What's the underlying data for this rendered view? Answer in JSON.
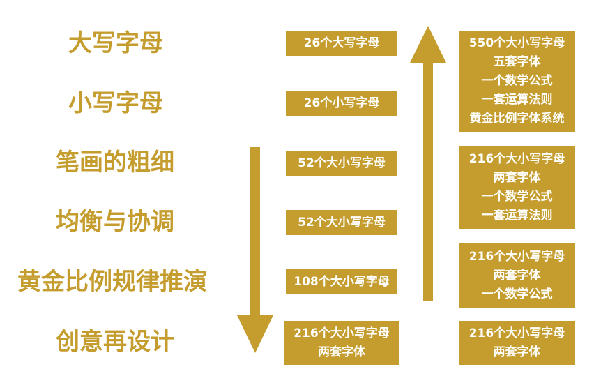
{
  "colors": {
    "accent": "#c59d2f",
    "box_text": "#ffffff",
    "background": "#ffffff"
  },
  "stages": [
    "大写字母",
    "小写字母",
    "笔画的粗细",
    "均衡与协调",
    "黄金比例规律推演",
    "创意再设计"
  ],
  "middle_boxes": [
    [
      "26个大写字母"
    ],
    [
      "26个小写字母"
    ],
    [
      "52个大小写字母"
    ],
    [
      "52个大小写字母"
    ],
    [
      "108个大小写字母"
    ],
    [
      "216个大小写字母",
      "两套字体"
    ]
  ],
  "right_boxes": [
    [
      "550个大小写字母",
      "五套字体",
      "一个数学公式",
      "一套运算法则",
      "黄金比例字体系统"
    ],
    [
      "216个大小写字母",
      "两套字体",
      "一个数学公式",
      "一套运算法则"
    ],
    [
      "216个大小写字母",
      "两套字体",
      "一个数学公式"
    ],
    [
      "216个大小写字母",
      "两套字体"
    ]
  ],
  "arrows": {
    "down": "arrow-down-icon",
    "up": "arrow-up-icon"
  }
}
